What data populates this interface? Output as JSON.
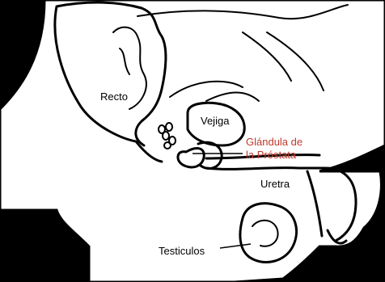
{
  "labels": {
    "rectum": "Recto",
    "bladder": "Vejiga",
    "prostate_line1": "Glándula de",
    "prostate_line2": "la Próstata",
    "urethra": "Uretra",
    "testicles": "Testiculos"
  },
  "colors": {
    "background": "#000000",
    "body_fill": "#ffffff",
    "outline": "#000000",
    "highlight_label": "#c0392b"
  }
}
